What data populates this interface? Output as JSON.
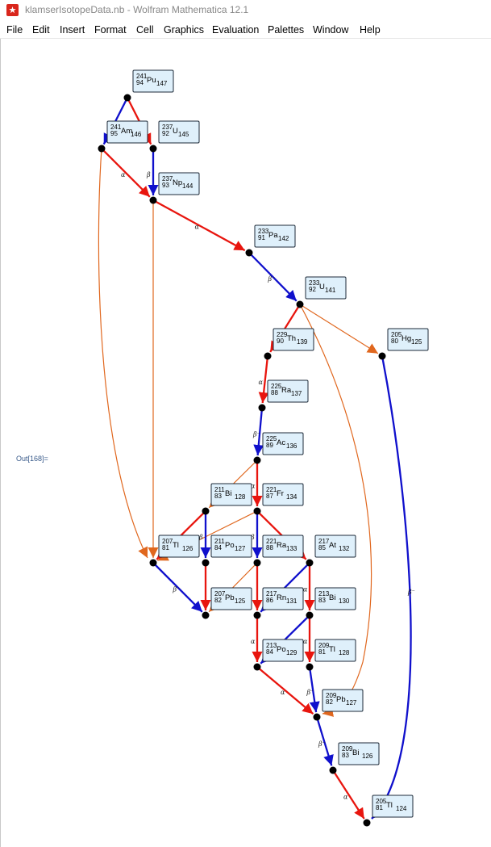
{
  "window": {
    "title": "klamserIsotopeData.nb - Wolfram Mathematica 12.1",
    "icon": "mathematica-icon"
  },
  "menu": [
    "File",
    "Edit",
    "Insert",
    "Format",
    "Cell",
    "Graphics",
    "Evaluation",
    "Palettes",
    "Window",
    "Help"
  ],
  "notebook": {
    "out_label": "Out[168]="
  },
  "colors": {
    "alpha": "#e8150e",
    "beta": "#1010cc",
    "other": "#e0671e",
    "node": "#000000",
    "label_bg": "#dff0fb",
    "label_border": "#1c2a38"
  },
  "graph": {
    "nodes": [
      {
        "id": "pu241",
        "sym": "Pu",
        "A": "241",
        "Z": "94",
        "N": "147"
      },
      {
        "id": "am241",
        "sym": "Am",
        "A": "241",
        "Z": "95",
        "N": "146"
      },
      {
        "id": "u237",
        "sym": "U",
        "A": "237",
        "Z": "92",
        "N": "145"
      },
      {
        "id": "np237",
        "sym": "Np",
        "A": "237",
        "Z": "93",
        "N": "144"
      },
      {
        "id": "pa233",
        "sym": "Pa",
        "A": "233",
        "Z": "91",
        "N": "142"
      },
      {
        "id": "u233",
        "sym": "U",
        "A": "233",
        "Z": "92",
        "N": "141"
      },
      {
        "id": "th229",
        "sym": "Th",
        "A": "229",
        "Z": "90",
        "N": "139"
      },
      {
        "id": "hg205",
        "sym": "Hg",
        "A": "205",
        "Z": "80",
        "N": "125"
      },
      {
        "id": "ra225",
        "sym": "Ra",
        "A": "225",
        "Z": "88",
        "N": "137"
      },
      {
        "id": "ac225",
        "sym": "Ac",
        "A": "225",
        "Z": "89",
        "N": "136"
      },
      {
        "id": "bi211",
        "sym": "Bi",
        "A": "211",
        "Z": "83",
        "N": "128"
      },
      {
        "id": "fr221",
        "sym": "Fr",
        "A": "221",
        "Z": "87",
        "N": "134"
      },
      {
        "id": "tl207",
        "sym": "Tl",
        "A": "207",
        "Z": "81",
        "N": "126"
      },
      {
        "id": "po211",
        "sym": "Po",
        "A": "211",
        "Z": "84",
        "N": "127"
      },
      {
        "id": "ra221",
        "sym": "Ra",
        "A": "221",
        "Z": "88",
        "N": "133"
      },
      {
        "id": "at217",
        "sym": "At",
        "A": "217",
        "Z": "85",
        "N": "132"
      },
      {
        "id": "pb207",
        "sym": "Pb",
        "A": "207",
        "Z": "82",
        "N": "125"
      },
      {
        "id": "rn217",
        "sym": "Rn",
        "A": "217",
        "Z": "86",
        "N": "131"
      },
      {
        "id": "bi213",
        "sym": "Bi",
        "A": "213",
        "Z": "83",
        "N": "130"
      },
      {
        "id": "po213",
        "sym": "Po",
        "A": "213",
        "Z": "84",
        "N": "129"
      },
      {
        "id": "tl209",
        "sym": "Tl",
        "A": "209",
        "Z": "81",
        "N": "128"
      },
      {
        "id": "pb209",
        "sym": "Pb",
        "A": "209",
        "Z": "82",
        "N": "127"
      },
      {
        "id": "bi209",
        "sym": "Bi",
        "A": "209",
        "Z": "83",
        "N": "126"
      },
      {
        "id": "tl205",
        "sym": "Tl",
        "A": "205",
        "Z": "81",
        "N": "124"
      }
    ],
    "edges": [
      {
        "from": "pu241",
        "to": "am241",
        "type": "beta",
        "label": ""
      },
      {
        "from": "pu241",
        "to": "u237",
        "type": "alpha",
        "label": ""
      },
      {
        "from": "am241",
        "to": "np237",
        "type": "alpha",
        "label": "α"
      },
      {
        "from": "am241",
        "to": "tl207",
        "type": "other",
        "label": ""
      },
      {
        "from": "u237",
        "to": "np237",
        "type": "beta",
        "label": "β"
      },
      {
        "from": "np237",
        "to": "pa233",
        "type": "alpha",
        "label": "α"
      },
      {
        "from": "np237",
        "to": "tl207",
        "type": "other",
        "label": ""
      },
      {
        "from": "pa233",
        "to": "u233",
        "type": "beta",
        "label": "β⁻"
      },
      {
        "from": "u233",
        "to": "th229",
        "type": "alpha",
        "label": ""
      },
      {
        "from": "u233",
        "to": "hg205",
        "type": "other",
        "label": ""
      },
      {
        "from": "u233",
        "to": "pb209",
        "type": "other",
        "label": ""
      },
      {
        "from": "th229",
        "to": "ra225",
        "type": "alpha",
        "label": "α"
      },
      {
        "from": "ra225",
        "to": "ac225",
        "type": "beta",
        "label": "β⁻"
      },
      {
        "from": "ac225",
        "to": "fr221",
        "type": "alpha",
        "label": "α"
      },
      {
        "from": "ac225",
        "to": "bi211",
        "type": "other",
        "label": ""
      },
      {
        "from": "fr221",
        "to": "ra221",
        "type": "beta",
        "label": "β"
      },
      {
        "from": "fr221",
        "to": "at217",
        "type": "alpha",
        "label": ""
      },
      {
        "from": "fr221",
        "to": "tl207",
        "type": "other",
        "label": ""
      },
      {
        "from": "bi211",
        "to": "tl207",
        "type": "alpha",
        "label": ""
      },
      {
        "from": "bi211",
        "to": "po211",
        "type": "beta",
        "label": "β"
      },
      {
        "from": "po211",
        "to": "pb207",
        "type": "alpha",
        "label": ""
      },
      {
        "from": "tl207",
        "to": "pb207",
        "type": "beta",
        "label": "β⁻"
      },
      {
        "from": "ra221",
        "to": "rn217",
        "type": "alpha",
        "label": ""
      },
      {
        "from": "ra221",
        "to": "pb207",
        "type": "other",
        "label": ""
      },
      {
        "from": "at217",
        "to": "rn217",
        "type": "beta",
        "label": ""
      },
      {
        "from": "at217",
        "to": "bi213",
        "type": "alpha",
        "label": "α"
      },
      {
        "from": "rn217",
        "to": "po213",
        "type": "alpha",
        "label": "α"
      },
      {
        "from": "bi213",
        "to": "tl209",
        "type": "alpha",
        "label": "α"
      },
      {
        "from": "bi213",
        "to": "po213",
        "type": "beta",
        "label": ""
      },
      {
        "from": "po213",
        "to": "pb209",
        "type": "alpha",
        "label": "α"
      },
      {
        "from": "tl209",
        "to": "pb209",
        "type": "beta",
        "label": "β⁻"
      },
      {
        "from": "pb209",
        "to": "bi209",
        "type": "beta",
        "label": "β⁻"
      },
      {
        "from": "bi209",
        "to": "tl205",
        "type": "alpha",
        "label": "α"
      },
      {
        "from": "hg205",
        "to": "tl205",
        "type": "beta",
        "label": "β⁻"
      }
    ]
  }
}
